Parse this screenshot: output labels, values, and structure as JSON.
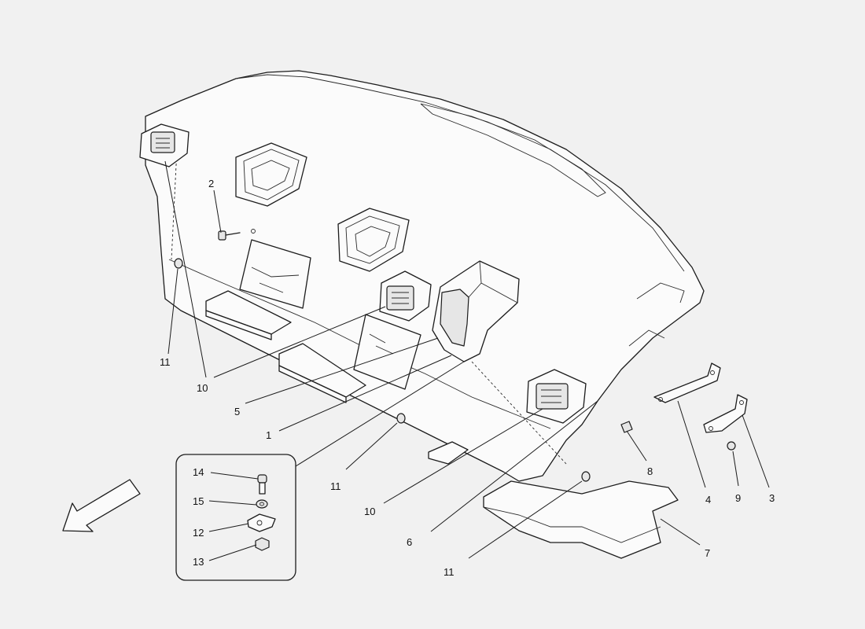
{
  "callouts": {
    "c1": "1",
    "c2": "2",
    "c3": "3",
    "c4": "4",
    "c5": "5",
    "c6": "6",
    "c7": "7",
    "c8": "8",
    "c9": "9",
    "c10a": "10",
    "c10b": "10",
    "c11a": "11",
    "c11b": "11",
    "c11c": "11",
    "c12": "12",
    "c13": "13",
    "c14": "14",
    "c15": "15"
  }
}
